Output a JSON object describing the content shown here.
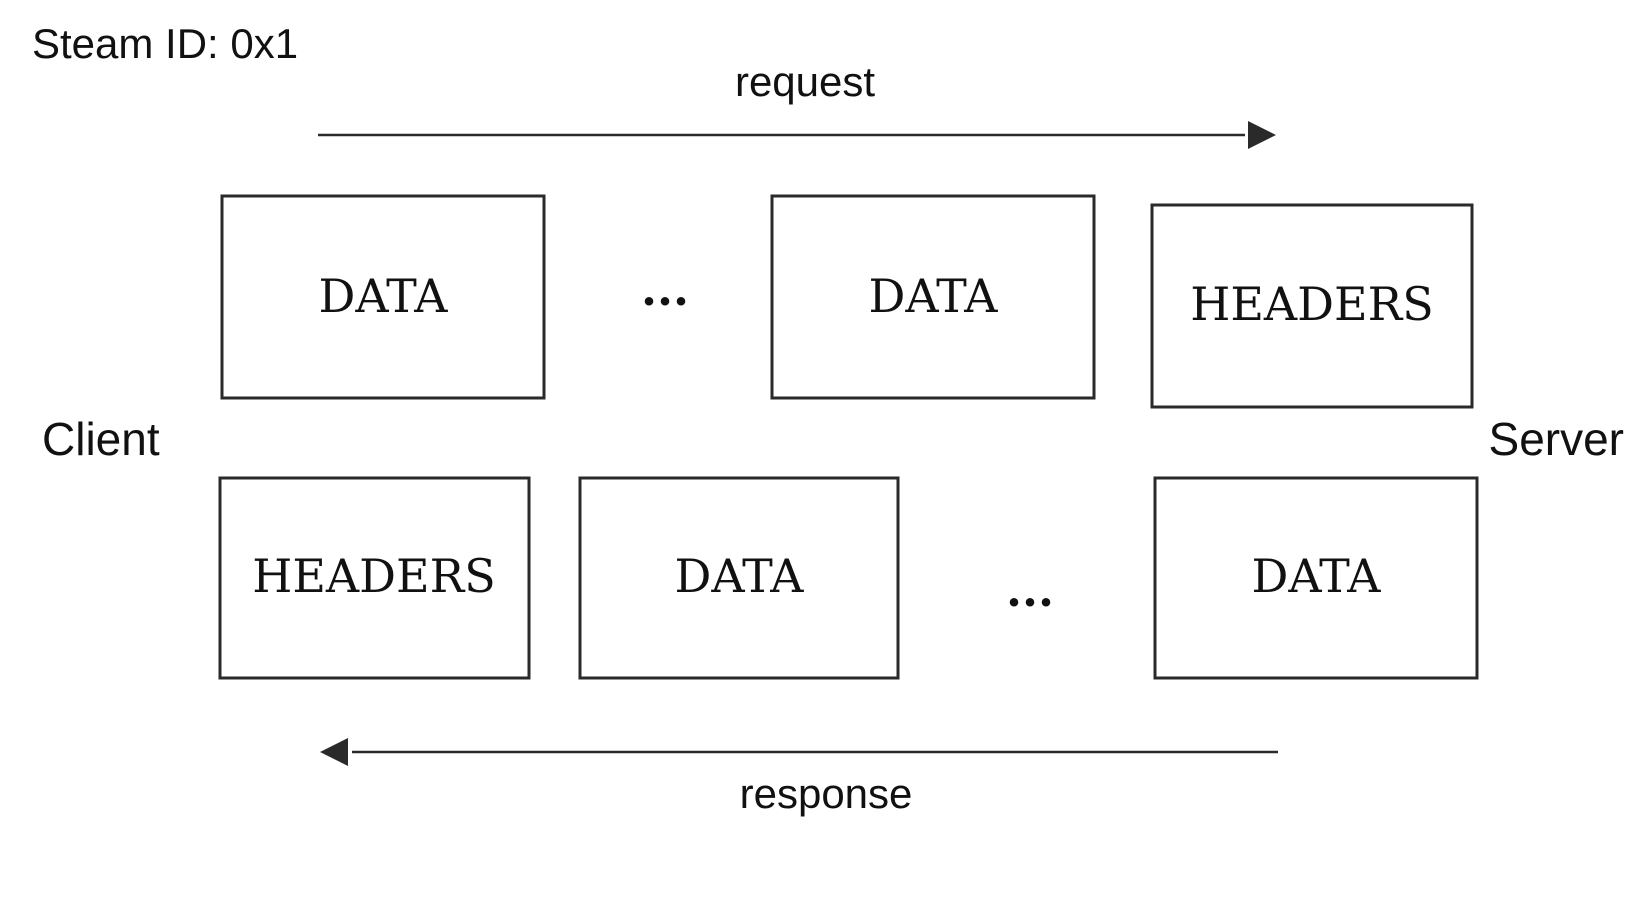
{
  "stream_label": "Steam ID: 0x1",
  "request_label": "request",
  "response_label": "response",
  "client_label": "Client",
  "server_label": "Server",
  "colors": {
    "ink": "#2a2a2a",
    "text": "#111111"
  },
  "request_row": [
    "DATA",
    "...",
    "DATA",
    "HEADERS"
  ],
  "response_row": [
    "HEADERS",
    "DATA",
    "...",
    "DATA"
  ]
}
